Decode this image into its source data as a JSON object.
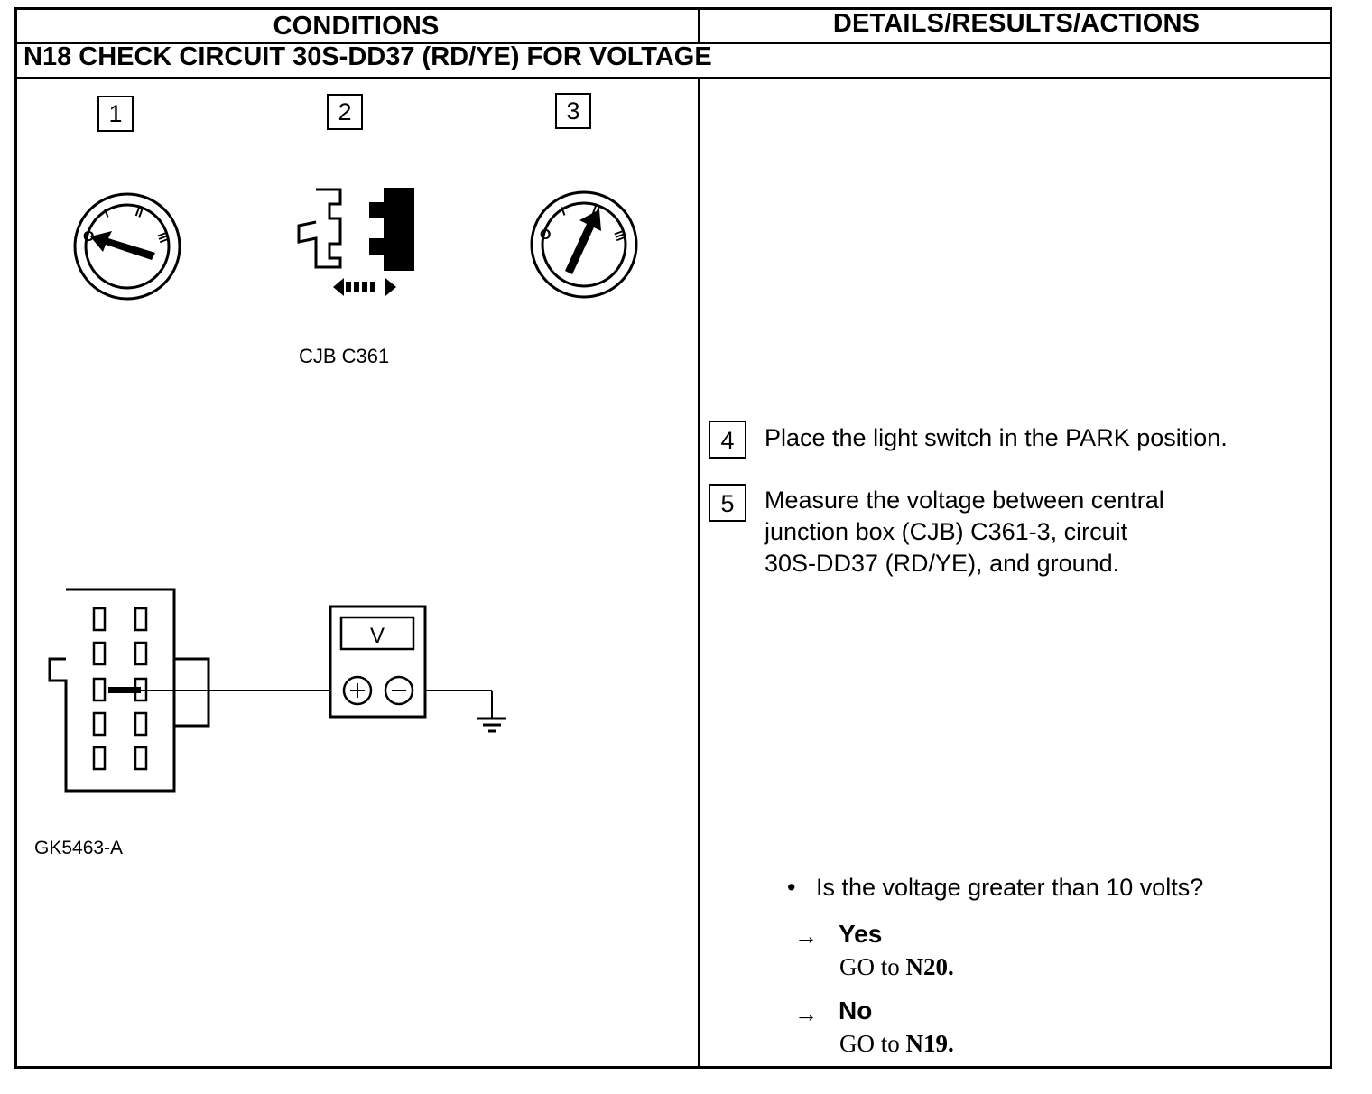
{
  "header": {
    "conditions": "CONDITIONS",
    "details": "DETAILS/RESULTS/ACTIONS"
  },
  "section_title": "N18 CHECK CIRCUIT 30S-DD37 (RD/YE) FOR VOLTAGE",
  "conditions": {
    "steps": [
      {
        "number": "1",
        "icon": "ignition-switch-off-icon"
      },
      {
        "number": "2",
        "icon": "connector-disconnect-icon"
      },
      {
        "number": "3",
        "icon": "ignition-switch-run-icon"
      }
    ],
    "connector_label": "CJB C361",
    "ignition_labels": {
      "off": "O",
      "acc": "I",
      "run": "II",
      "start": "III"
    },
    "meter_display": "V",
    "figure_id": "GK5463-A"
  },
  "details": {
    "steps": [
      {
        "number": "4",
        "text": "Place the light switch in the PARK position."
      },
      {
        "number": "5",
        "lines": [
          "Measure the voltage between central",
          "junction box (CJB) C361-3, circuit",
          "30S-DD37 (RD/YE), and ground."
        ]
      }
    ],
    "question": "Is the voltage greater than 10 volts?",
    "bullet": "•",
    "arrow": "→",
    "answers": [
      {
        "label": "Yes",
        "action_prefix": "GO to ",
        "target": "N20."
      },
      {
        "label": "No",
        "action_prefix": "GO to ",
        "target": "N19."
      }
    ]
  }
}
